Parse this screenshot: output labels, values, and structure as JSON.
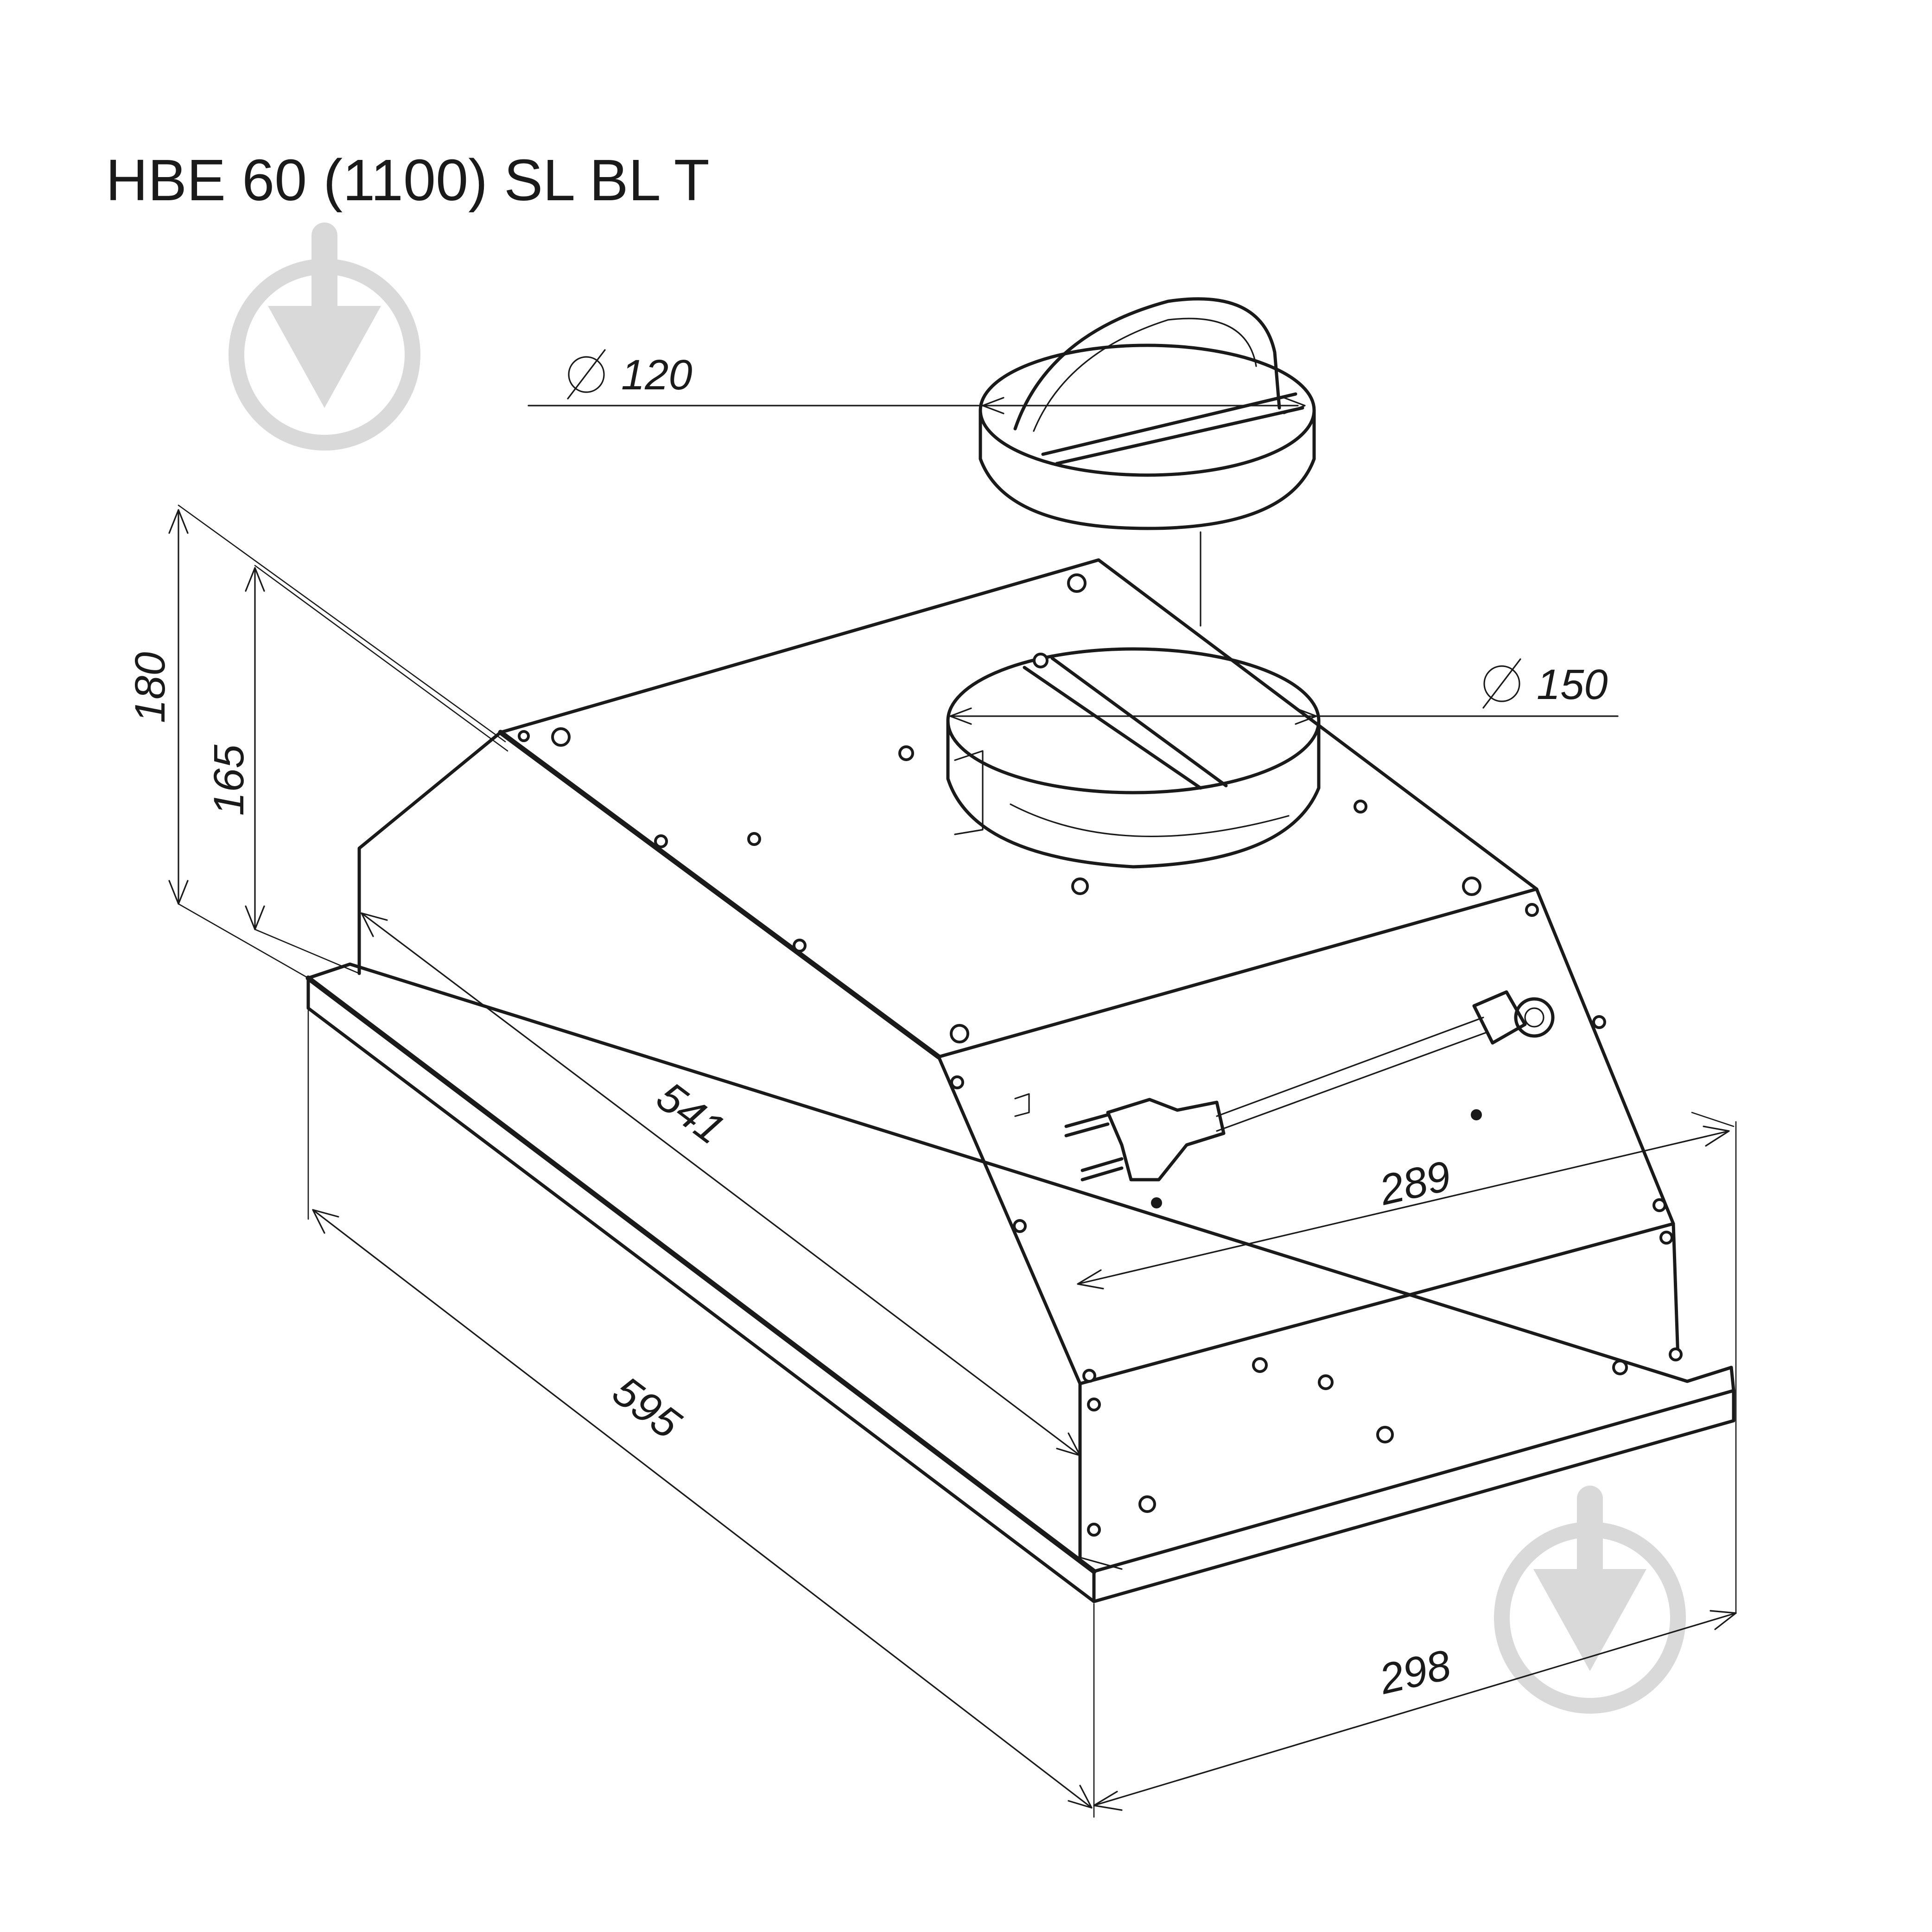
{
  "title": "HBE 60 (1100) SL BL T",
  "dimensions": {
    "height_total": "180",
    "height_body": "165",
    "depth_body": "541",
    "depth_total": "595",
    "width_body": "289",
    "width_total": "298",
    "outlet_small": "120",
    "outlet_large": "150"
  },
  "colors": {
    "line": "#1a1a1a",
    "watermark": "#d9d9d9",
    "background": "#ffffff"
  },
  "icons": {
    "diameter": "diameter-symbol-icon",
    "watermark": "watermark-logo-icon",
    "plug": "power-plug-icon"
  }
}
